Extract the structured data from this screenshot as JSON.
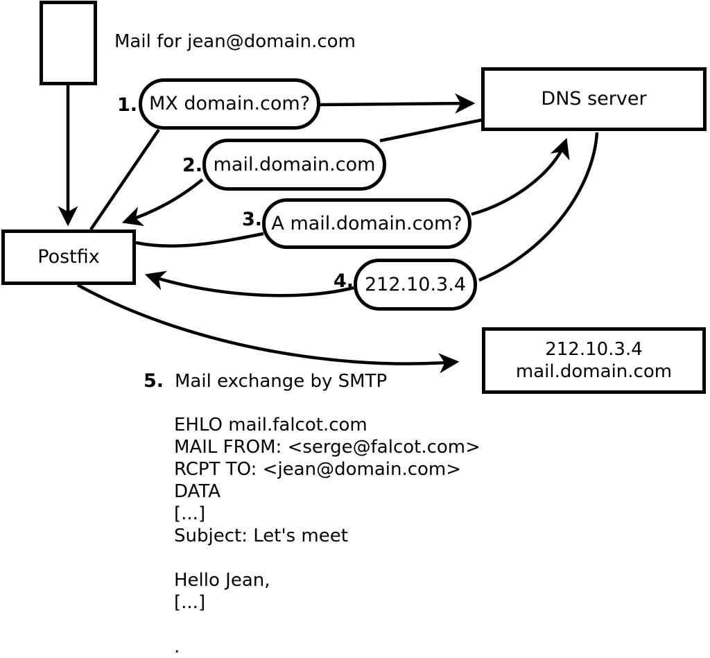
{
  "diagram": {
    "mail_label": "Mail for jean@domain.com",
    "nodes": {
      "postfix": "Postfix",
      "dns": "DNS server",
      "mail_server_line1": "212.10.3.4",
      "mail_server_line2": "mail.domain.com"
    },
    "steps": [
      {
        "num": "1.",
        "label": "MX domain.com?"
      },
      {
        "num": "2.",
        "label": "mail.domain.com"
      },
      {
        "num": "3.",
        "label": "A mail.domain.com?"
      },
      {
        "num": "4.",
        "label": "212.10.3.4"
      },
      {
        "num": "5.",
        "label": "Mail exchange by SMTP"
      }
    ],
    "smtp_session": [
      "EHLO mail.falcot.com",
      "MAIL FROM: <serge@falcot.com>",
      "RCPT TO: <jean@domain.com>",
      "DATA",
      "[...]",
      "Subject: Let's meet",
      "",
      "Hello Jean,",
      "[...]",
      "",
      "."
    ]
  },
  "colors": {
    "line": "#000000",
    "background": "#ffffff",
    "text": "#000000"
  }
}
